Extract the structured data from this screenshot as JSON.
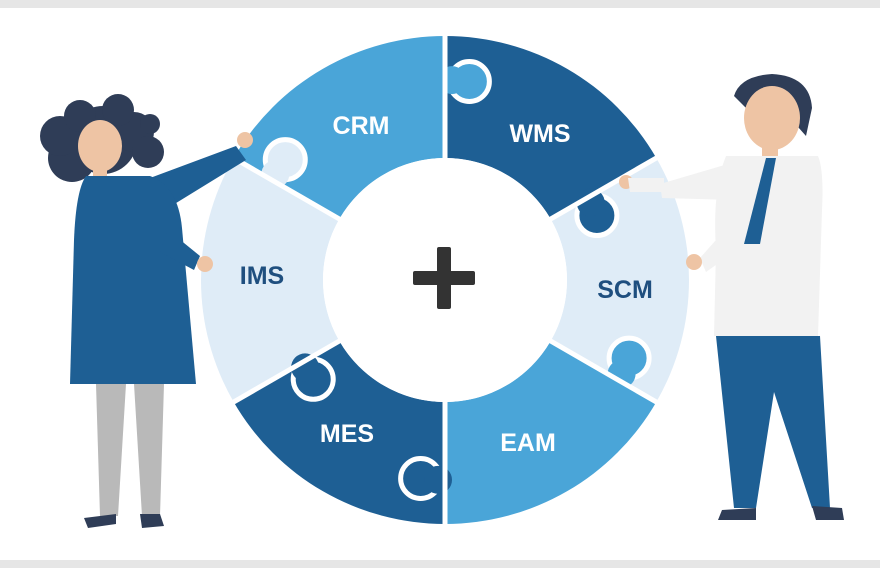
{
  "segments": [
    {
      "label": "CRM",
      "color": "#4aa5d8",
      "text_color": "#ffffff"
    },
    {
      "label": "WMS",
      "color": "#1e5f94",
      "text_color": "#ffffff"
    },
    {
      "label": "SCM",
      "color": "#dfecf7",
      "text_color": "#1f4f7f"
    },
    {
      "label": "EAM",
      "color": "#4aa5d8",
      "text_color": "#ffffff"
    },
    {
      "label": "MES",
      "color": "#1e5f94",
      "text_color": "#ffffff"
    },
    {
      "label": "IMS",
      "color": "#dfecf7",
      "text_color": "#1f4f7f"
    }
  ],
  "center_symbol": "+",
  "colors": {
    "dark_blue": "#1e5f94",
    "mid_blue": "#4aa5d8",
    "light_blue": "#dfecf7",
    "plus": "#333333",
    "hair": "#2f3d57",
    "skin": "#eec4a4"
  }
}
